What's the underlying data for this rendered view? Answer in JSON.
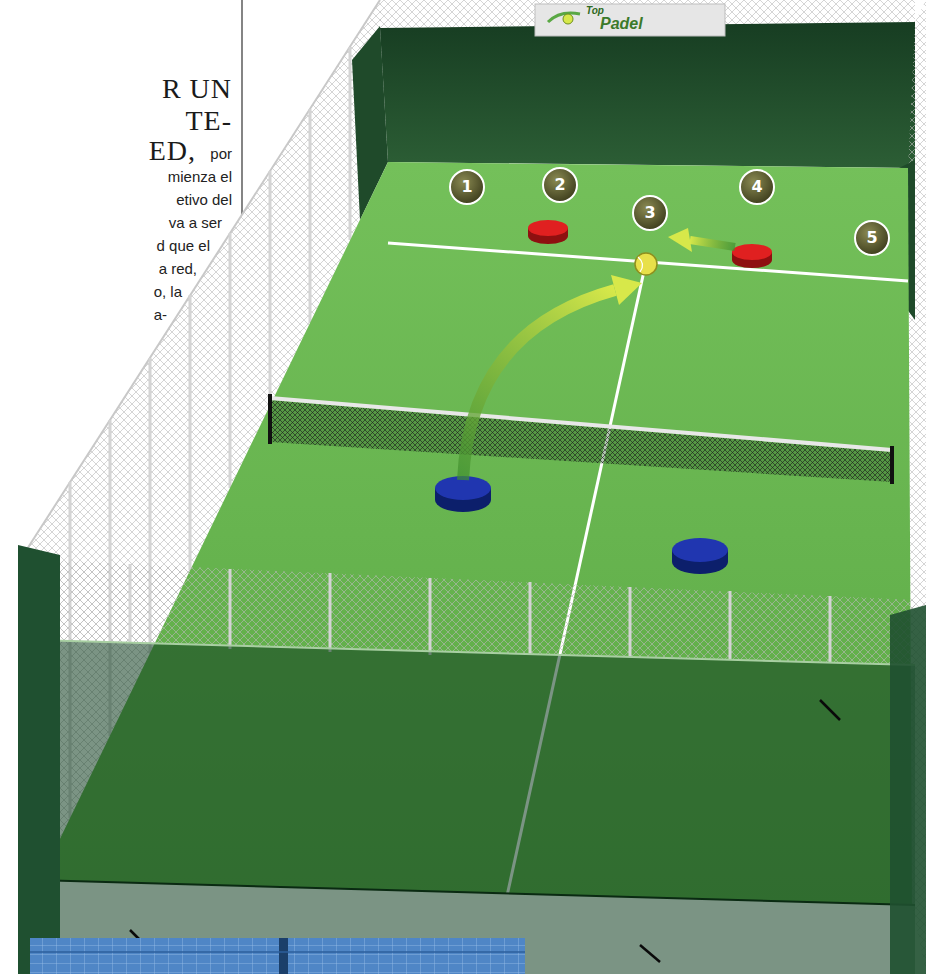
{
  "diagram": {
    "labels": [
      "R UN",
      "TE-",
      "ED,",
      "por",
      "mienza el",
      "etivo del",
      "va a ser",
      "d que el",
      "a red,",
      "o, la",
      "a-",
      "Top",
      "Padel",
      "1",
      "2",
      "3",
      "4",
      "5"
    ]
  }
}
